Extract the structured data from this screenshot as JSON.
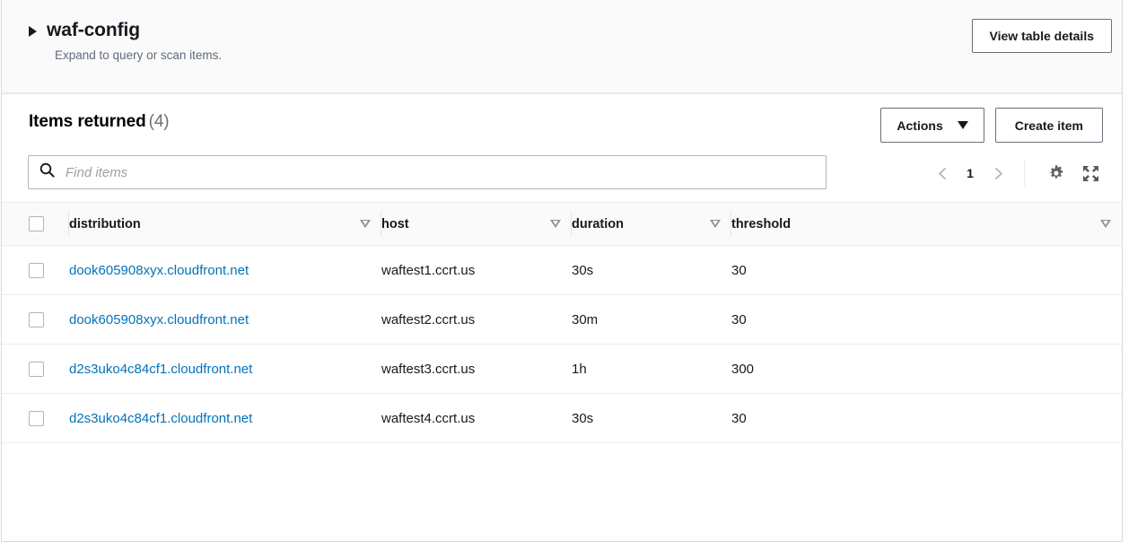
{
  "table_header": {
    "title": "waf-config",
    "subtitle": "Expand to query or scan items.",
    "expand_icon": "triangle-right-icon",
    "view_details_label": "View table details"
  },
  "items": {
    "heading": "Items returned",
    "count_label": "(4)",
    "count": 4,
    "actions_label": "Actions",
    "actions_caret": "caret-down-icon",
    "create_item_label": "Create item"
  },
  "search": {
    "placeholder": "Find items",
    "value": "",
    "icon": "search-icon"
  },
  "pagination": {
    "prev_icon": "chevron-left-icon",
    "next_icon": "chevron-right-icon",
    "current_page": "1",
    "settings_icon": "gear-icon",
    "fullscreen_icon": "expand-icon"
  },
  "table": {
    "select_all": "select-all-checkbox",
    "columns": [
      {
        "label": "distribution",
        "sort_icon": "sort-descending-icon"
      },
      {
        "label": "host",
        "sort_icon": "sort-descending-icon"
      },
      {
        "label": "duration",
        "sort_icon": "sort-descending-icon"
      },
      {
        "label": "threshold",
        "sort_icon": "sort-descending-icon"
      }
    ],
    "rows": [
      {
        "distribution": "dook605908xyx.cloudfront.net",
        "host": "waftest1.ccrt.us",
        "duration": "30s",
        "threshold": "30"
      },
      {
        "distribution": "dook605908xyx.cloudfront.net",
        "host": "waftest2.ccrt.us",
        "duration": "30m",
        "threshold": "30"
      },
      {
        "distribution": "d2s3uko4c84cf1.cloudfront.net",
        "host": "waftest3.ccrt.us",
        "duration": "1h",
        "threshold": "300"
      },
      {
        "distribution": "d2s3uko4c84cf1.cloudfront.net",
        "host": "waftest4.ccrt.us",
        "duration": "30s",
        "threshold": "30"
      }
    ]
  },
  "colors": {
    "link": "#0073bb",
    "text": "#16191f",
    "muted": "#687078",
    "border": "#d5dbdb",
    "header_bg": "#fafafa"
  }
}
